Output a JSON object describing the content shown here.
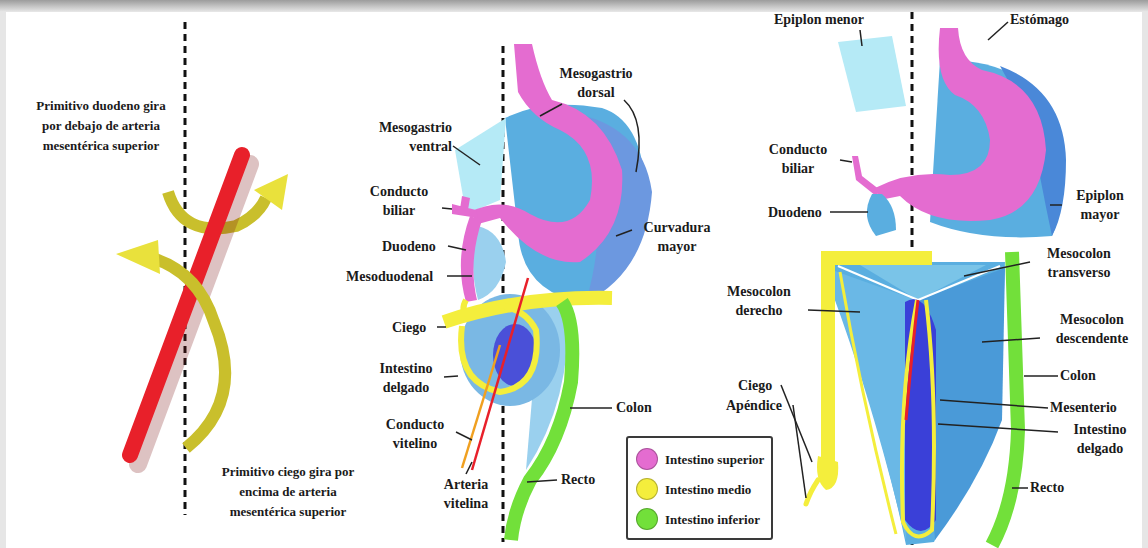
{
  "diagram": {
    "labels": [
      "Primitivo duodeno gira por debajo de arteria mesentérica superior",
      "Primitivo ciego gira por encima de arteria mesentérica superior",
      "Mesogastrio dorsal",
      "Mesogastrio ventral",
      "Conducto biliar",
      "Curvadura mayor",
      "Duodeno",
      "Mesoduodenal",
      "Ciego",
      "Intestino delgado",
      "Colon",
      "Conducto vitelino",
      "Arteria vitelina",
      "Recto",
      "Epiplon menor",
      "Estómago",
      "Conducto biliar",
      "Duodeno",
      "Epiplon mayor",
      "Mesocolon transverso",
      "Mesocolon derecho",
      "Mesocolon descendente",
      "Ciego",
      "Apéndice",
      "Colon",
      "Mesenterio",
      "Intestino delgado",
      "Recto"
    ],
    "legend": [
      {
        "text": "Intestino superior",
        "color": "#e46cd0"
      },
      {
        "text": "Intestino medio",
        "color": "#f4ee3c"
      },
      {
        "text": "Intestino inferior",
        "color": "#72e03a"
      }
    ]
  }
}
